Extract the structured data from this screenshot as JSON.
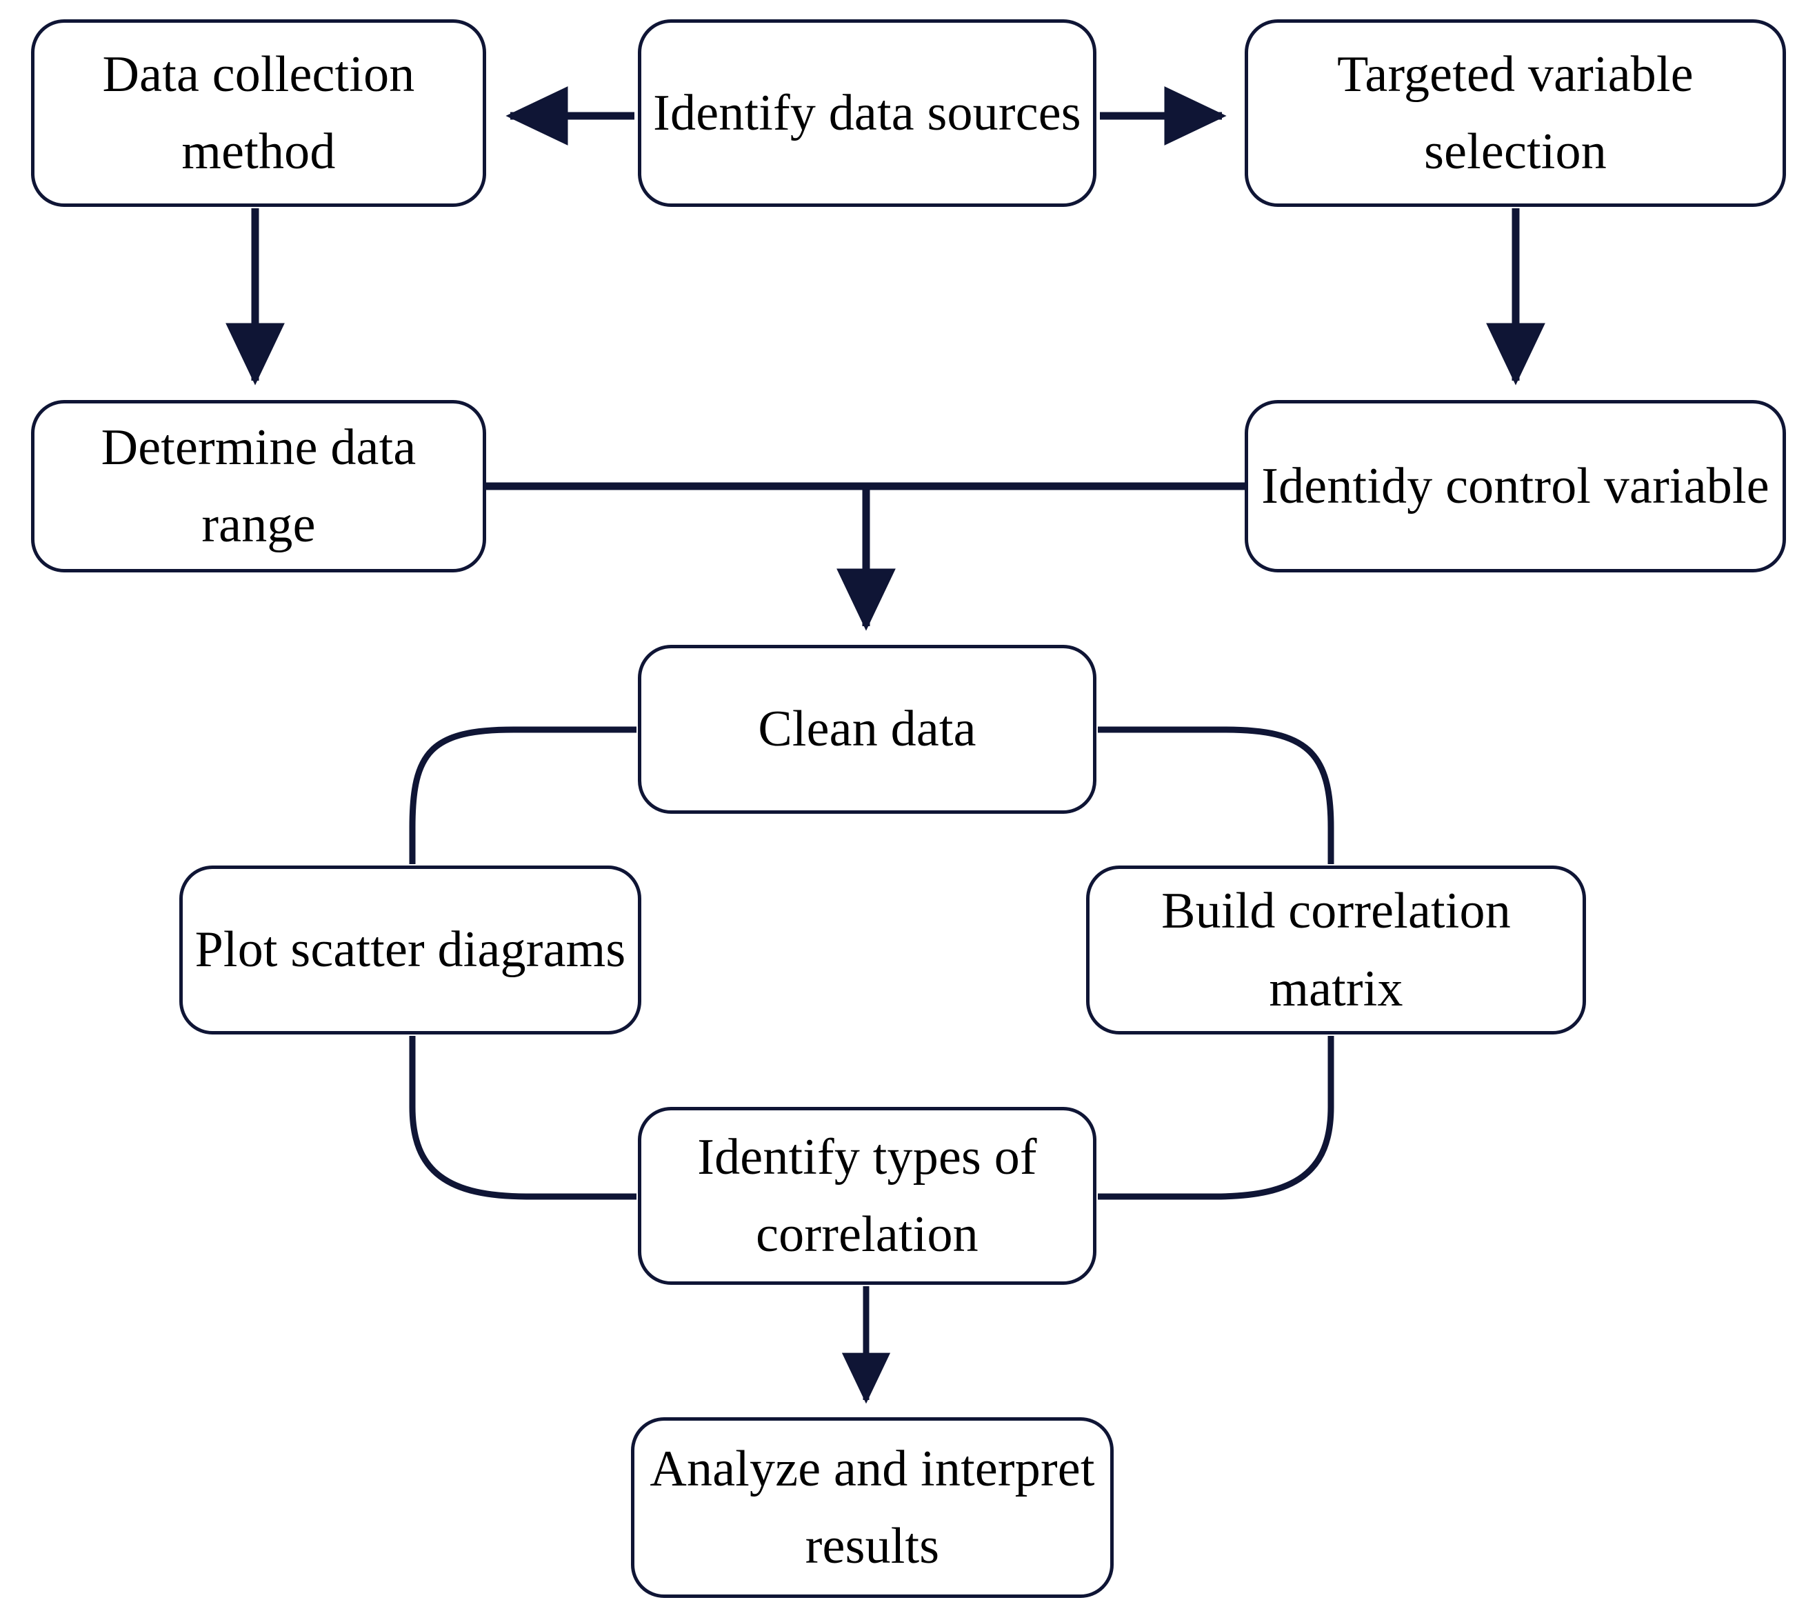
{
  "diagram": {
    "title": "Correlation analysis workflow flowchart",
    "colors": {
      "node_border": "#0f1535",
      "node_fill": "#ffffff",
      "connector": "#0f1535",
      "text": "#000000",
      "background": "#ffffff"
    },
    "nodes": [
      {
        "id": "identify-data-sources",
        "label": "Identify data sources"
      },
      {
        "id": "data-collection-method",
        "label": "Data collection method"
      },
      {
        "id": "targeted-variable-selection",
        "label": "Targeted variable selection"
      },
      {
        "id": "determine-data-range",
        "label": "Determine data range"
      },
      {
        "id": "identidy-control-variable",
        "label": "Identidy control variable"
      },
      {
        "id": "clean-data",
        "label": "Clean data"
      },
      {
        "id": "plot-scatter-diagrams",
        "label": "Plot scatter diagrams"
      },
      {
        "id": "build-correlation-matrix",
        "label": "Build correlation matrix"
      },
      {
        "id": "identify-types-of-correlation",
        "label": "Identify types of correlation"
      },
      {
        "id": "analyze-interpret-results",
        "label": "Analyze and interpret results"
      }
    ],
    "edges": [
      {
        "from": "identify-data-sources",
        "to": "data-collection-method",
        "style": "straight-horizontal",
        "arrow": true
      },
      {
        "from": "identify-data-sources",
        "to": "targeted-variable-selection",
        "style": "straight-horizontal",
        "arrow": true
      },
      {
        "from": "data-collection-method",
        "to": "determine-data-range",
        "style": "straight-vertical",
        "arrow": true
      },
      {
        "from": "targeted-variable-selection",
        "to": "identidy-control-variable",
        "style": "straight-vertical",
        "arrow": true
      },
      {
        "from": "determine-data-range",
        "to": "identidy-control-variable",
        "style": "straight-horizontal",
        "arrow": false
      },
      {
        "from": "determine-data-range",
        "to": "clean-data",
        "style": "tee-down",
        "arrow": true
      },
      {
        "from": "clean-data",
        "to": "plot-scatter-diagrams",
        "style": "curved",
        "arrow": false
      },
      {
        "from": "clean-data",
        "to": "build-correlation-matrix",
        "style": "curved",
        "arrow": false
      },
      {
        "from": "plot-scatter-diagrams",
        "to": "identify-types-of-correlation",
        "style": "curved",
        "arrow": false
      },
      {
        "from": "build-correlation-matrix",
        "to": "identify-types-of-correlation",
        "style": "curved",
        "arrow": false
      },
      {
        "from": "identify-types-of-correlation",
        "to": "analyze-interpret-results",
        "style": "straight-vertical",
        "arrow": true
      }
    ]
  }
}
